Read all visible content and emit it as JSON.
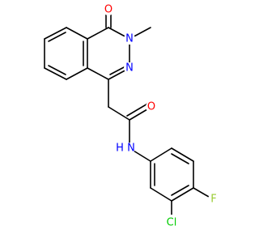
{
  "atoms": {
    "o_carbonyl_ring": {
      "label": "O",
      "color": "#ff0000"
    },
    "n_methyl": {
      "label": "N",
      "color": "#0000ff"
    },
    "n_ring": {
      "label": "N",
      "color": "#0000ff"
    },
    "o_amide": {
      "label": "O",
      "color": "#ff0000"
    },
    "n_amide": {
      "label": "N",
      "color": "#0000ff"
    },
    "h_amide": {
      "label": "H",
      "color": "#0000ff"
    },
    "cl": {
      "label": "Cl",
      "color": "#00cc00"
    },
    "f": {
      "label": "F",
      "color": "#99cc33"
    }
  },
  "bond_color": "#000000",
  "background": "#ffffff"
}
